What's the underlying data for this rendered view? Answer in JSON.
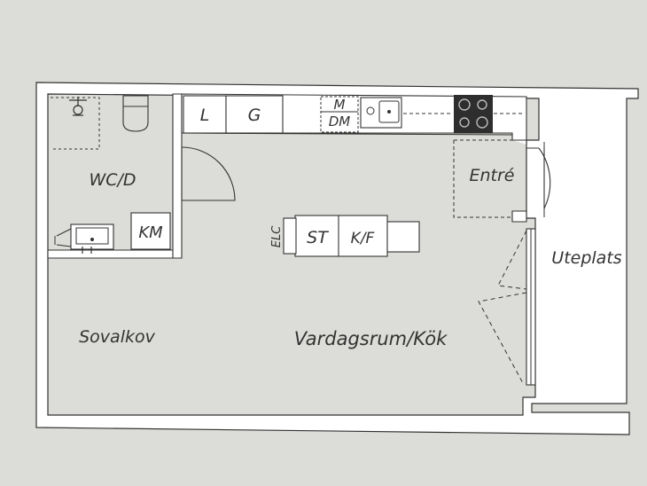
{
  "diagram": {
    "rooms": {
      "wc": "WC/D",
      "entre": "Entré",
      "uteplats": "Uteplats",
      "sovalkov": "Sovalkov",
      "vardagsrum": "Vardagsrum/Kök"
    },
    "fixtures": {
      "l": "L",
      "g": "G",
      "m": "M",
      "dm": "DM",
      "km": "KM",
      "st": "ST",
      "kf": "K/F",
      "elc": "ELC"
    }
  },
  "colors": {
    "paper": "#dcdcd8",
    "wall": "#ffffff",
    "line": "#333333",
    "stove": "#2e2e2e"
  }
}
